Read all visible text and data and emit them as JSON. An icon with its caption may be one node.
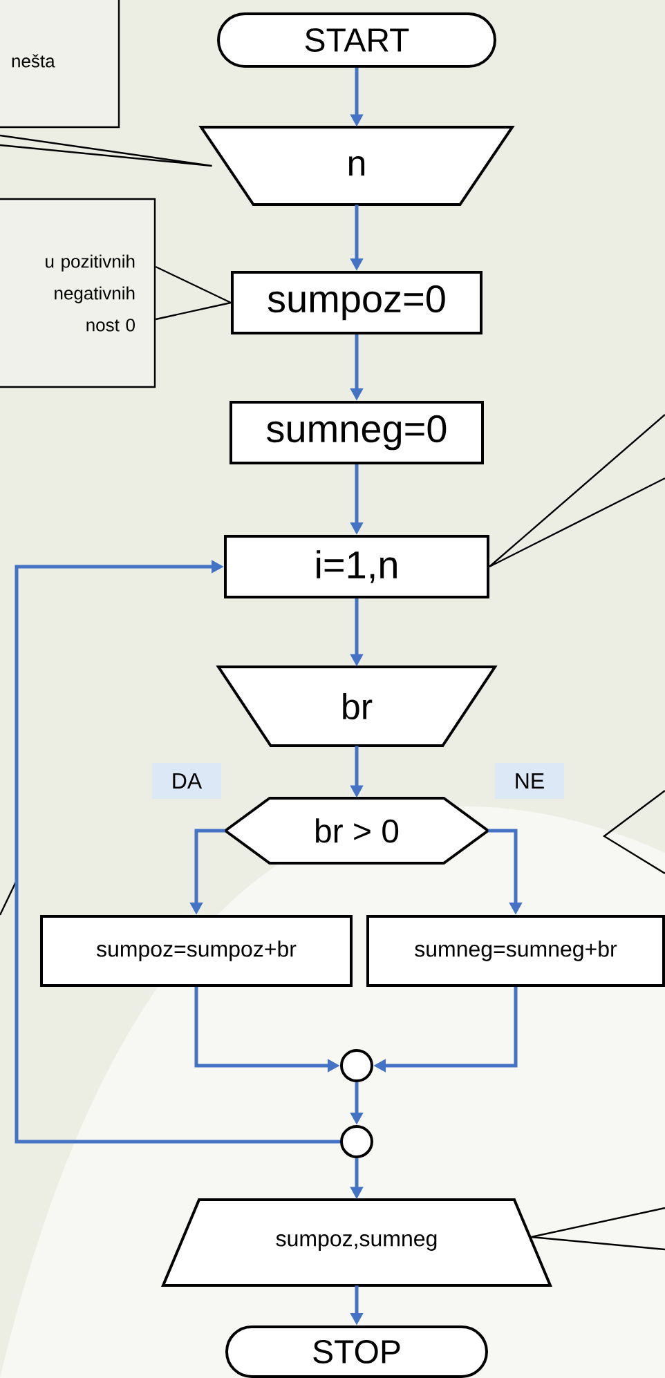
{
  "diagram": {
    "nodes": [
      {
        "text": [
          "nešta"
        ]
      },
      {
        "text": [
          "START"
        ]
      },
      {
        "text": [
          "n"
        ]
      },
      {
        "text": [
          "u pozitivnih negativnih nost 0"
        ]
      },
      {
        "text": [
          "sumpoz=0"
        ]
      },
      {
        "text": [
          "sumneg=0"
        ]
      },
      {
        "text": [
          "i=1,n"
        ]
      },
      {
        "text": [
          "br"
        ]
      },
      {
        "text": [
          "br > 0"
        ]
      },
      {
        "text": [
          "sumpoz=sumpoz+br"
        ]
      },
      {
        "text": [
          "sumneg=sumneg+br"
        ]
      },
      {
        "text": [],
        "shape": "circle"
      },
      {
        "text": [],
        "shape": "circle"
      },
      {
        "text": [
          "sumpoz,sumneg"
        ]
      },
      {
        "text": [
          "STOP"
        ]
      }
    ],
    "edges": [
      {
        "from": 1,
        "to": 2,
        "arrow": "to"
      },
      {
        "from": 2,
        "to": 4,
        "arrow": "to"
      },
      {
        "from": 4,
        "to": 5,
        "arrow": "to"
      },
      {
        "from": 5,
        "to": 6,
        "arrow": "to"
      },
      {
        "from": 6,
        "to": 7,
        "arrow": "to"
      },
      {
        "from": 7,
        "to": 8,
        "arrow": "to"
      },
      {
        "from": 8,
        "to": 9,
        "arrow": "to",
        "label": "DA"
      },
      {
        "from": 8,
        "to": 10,
        "arrow": "to",
        "label": "NE"
      },
      {
        "from": 9,
        "to": 11,
        "arrow": "to"
      },
      {
        "from": 10,
        "to": 11,
        "arrow": "to"
      },
      {
        "from": 11,
        "to": 12,
        "arrow": "to"
      },
      {
        "from": 12,
        "to": 6,
        "arrow": "to"
      },
      {
        "from": 12,
        "to": 13,
        "arrow": "to"
      },
      {
        "from": 13,
        "to": 14,
        "arrow": "to"
      },
      {
        "from": null,
        "to": 2,
        "arrow": "none",
        "color": "#000000"
      },
      {
        "from": 3,
        "to": 4,
        "arrow": "none",
        "color": "#000000"
      },
      {
        "from": null,
        "to": 6,
        "arrow": "none",
        "color": "#000000"
      },
      {
        "from": null,
        "to": 13,
        "arrow": "none",
        "color": "#000000"
      }
    ]
  }
}
